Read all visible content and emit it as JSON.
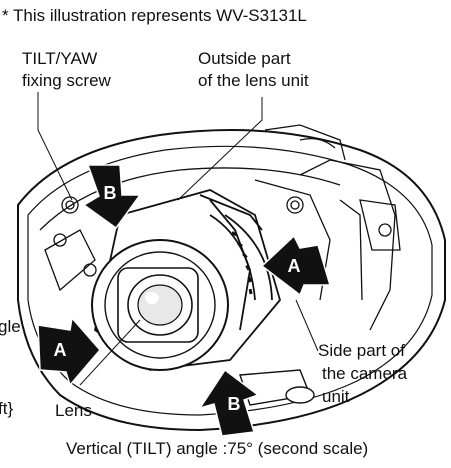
{
  "note": "* This illustration represents WV-S3131L",
  "labels": {
    "tilt_yaw_line1": "TILT/YAW",
    "tilt_yaw_line2": "fixing screw",
    "outside_line1": "Outside part",
    "outside_line2": "of the lens unit",
    "side_line1": "Side part of",
    "side_line2": "the camera",
    "side_line3": "unit",
    "lens": "Lens",
    "clip_left_1": "gle",
    "clip_left_2": "ft}"
  },
  "arrows": {
    "a": "A",
    "b": "B"
  },
  "caption": "Vertical (TILT) angle :75° (second scale)"
}
